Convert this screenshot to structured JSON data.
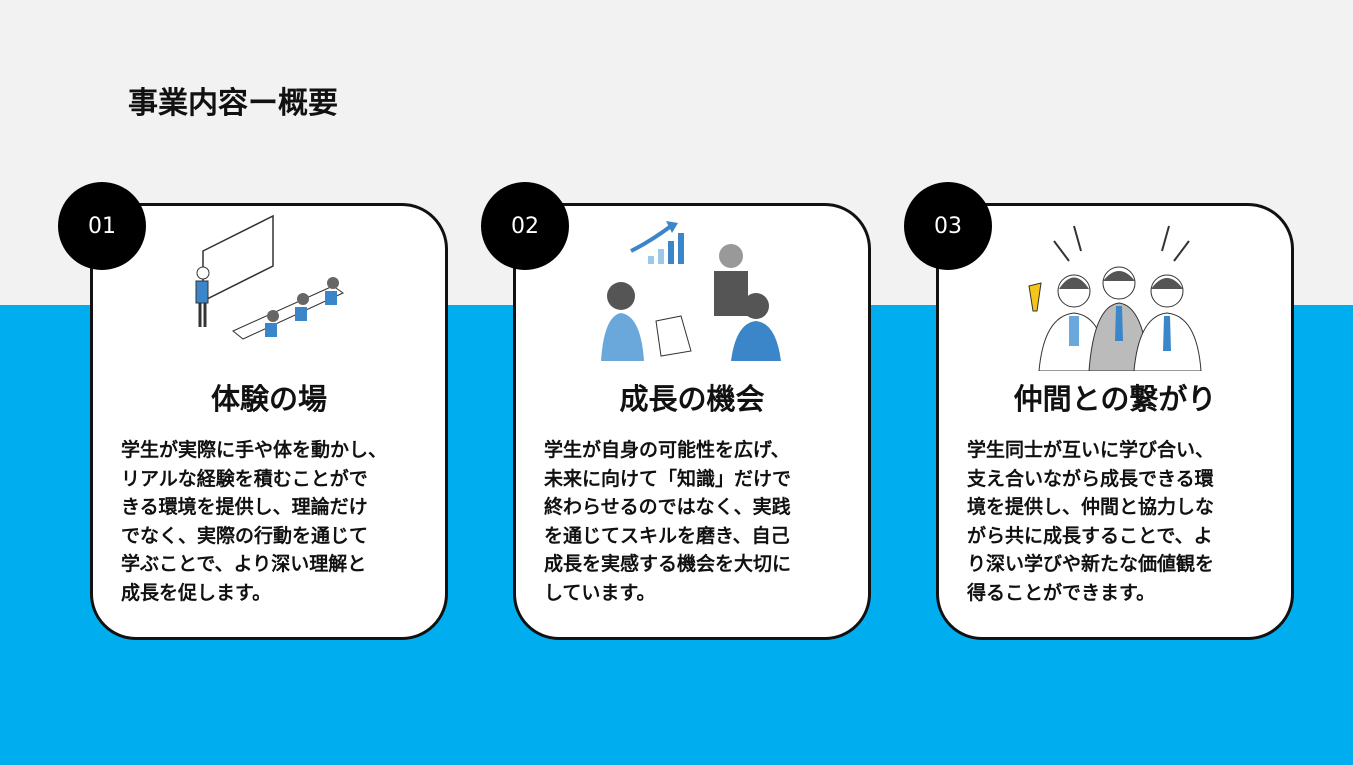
{
  "page": {
    "title": "事業内容ー概要",
    "colors": {
      "accent": "#00aeef",
      "background": "#f2f2f2"
    }
  },
  "cards": [
    {
      "number": "01",
      "title": "体験の場",
      "icon": "classroom-illustration",
      "lines": [
        "学生が実際に手や体を動かし、",
        "リアルな経験を積むことがで",
        "きる環境を提供し、理論だけ",
        "でなく、実際の行動を通じて",
        "学ぶことで、より深い理解と",
        "成長を促します。"
      ]
    },
    {
      "number": "02",
      "title": "成長の機会",
      "icon": "growth-meeting-illustration",
      "lines": [
        "学生が自身の可能性を広げ、",
        "未来に向けて「知識」だけで",
        "終わらせるのではなく、実践",
        "を通じてスキルを磨き、自己",
        "成長を実感する機会を大切に",
        "しています。"
      ]
    },
    {
      "number": "03",
      "title": "仲間との繋がり",
      "icon": "team-illustration",
      "lines": [
        "学生同士が互いに学び合い、",
        "支え合いながら成長できる環",
        "境を提供し、仲間と協力しな",
        "がら共に成長することで、よ",
        "り深い学びや新たな価値観を",
        "得ることができます。"
      ]
    }
  ]
}
